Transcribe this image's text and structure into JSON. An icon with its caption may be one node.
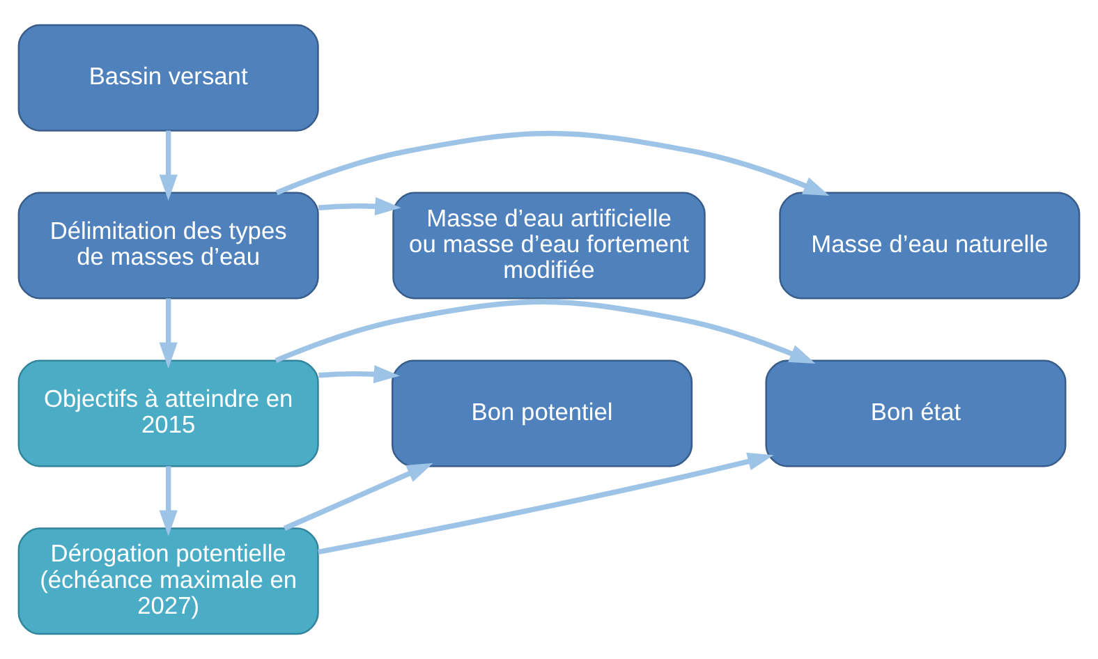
{
  "diagram": {
    "nodes": [
      {
        "text": [
          "Bassin versant"
        ]
      },
      {
        "text": [
          "Délimitation des types de masses d’eau"
        ]
      },
      {
        "text": [
          "Masse d’eau naturelle"
        ]
      },
      {
        "text": [
          "Masse d’eau artificielle ou masse d’eau fortement modifiée"
        ]
      },
      {
        "text": [
          "Objectifs à atteindre en 2015"
        ]
      },
      {
        "text": [
          "Bon état"
        ]
      },
      {
        "text": [
          "Bon potentiel"
        ]
      },
      {
        "text": [
          "Dérogation potentielle (échéance maximale en 2027)"
        ]
      }
    ],
    "edges": [
      {
        "from": 0,
        "to": 1,
        "arrow": "to"
      },
      {
        "from": 1,
        "to": 2,
        "arrow": "to"
      },
      {
        "from": 1,
        "to": 3,
        "arrow": "to"
      },
      {
        "from": 1,
        "to": 4,
        "arrow": "to"
      },
      {
        "from": 4,
        "to": 5,
        "arrow": "to"
      },
      {
        "from": 4,
        "to": 6,
        "arrow": "to"
      },
      {
        "from": 4,
        "to": 7,
        "arrow": "to"
      },
      {
        "from": 7,
        "to": 5,
        "arrow": "to"
      },
      {
        "from": 7,
        "to": 6,
        "arrow": "to"
      }
    ]
  }
}
